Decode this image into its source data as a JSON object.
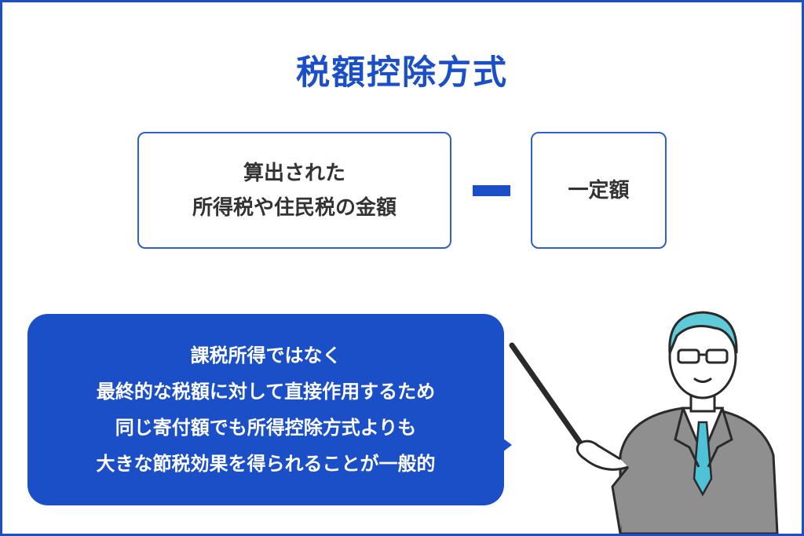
{
  "title": "税額控除方式",
  "formula": {
    "left_box": {
      "line1": "算出された",
      "line2": "所得税や住民税の金額"
    },
    "operator": "minus-icon",
    "right_box": {
      "text": "一定額"
    }
  },
  "speech_bubble": {
    "lines": [
      "課税所得ではなく",
      "最終的な税額に対して直接作用するため",
      "同じ寄付額でも所得控除方式よりも",
      "大きな節税効果を得られることが一般的"
    ]
  },
  "illustration": "teacher-with-pointer-icon",
  "colors": {
    "accent": "#1a4fc7",
    "box_border": "#2f5fcf",
    "text": "#333333",
    "hair": "#5fcad8",
    "tie": "#4ec3d8",
    "suit": "#8f8f8f"
  }
}
